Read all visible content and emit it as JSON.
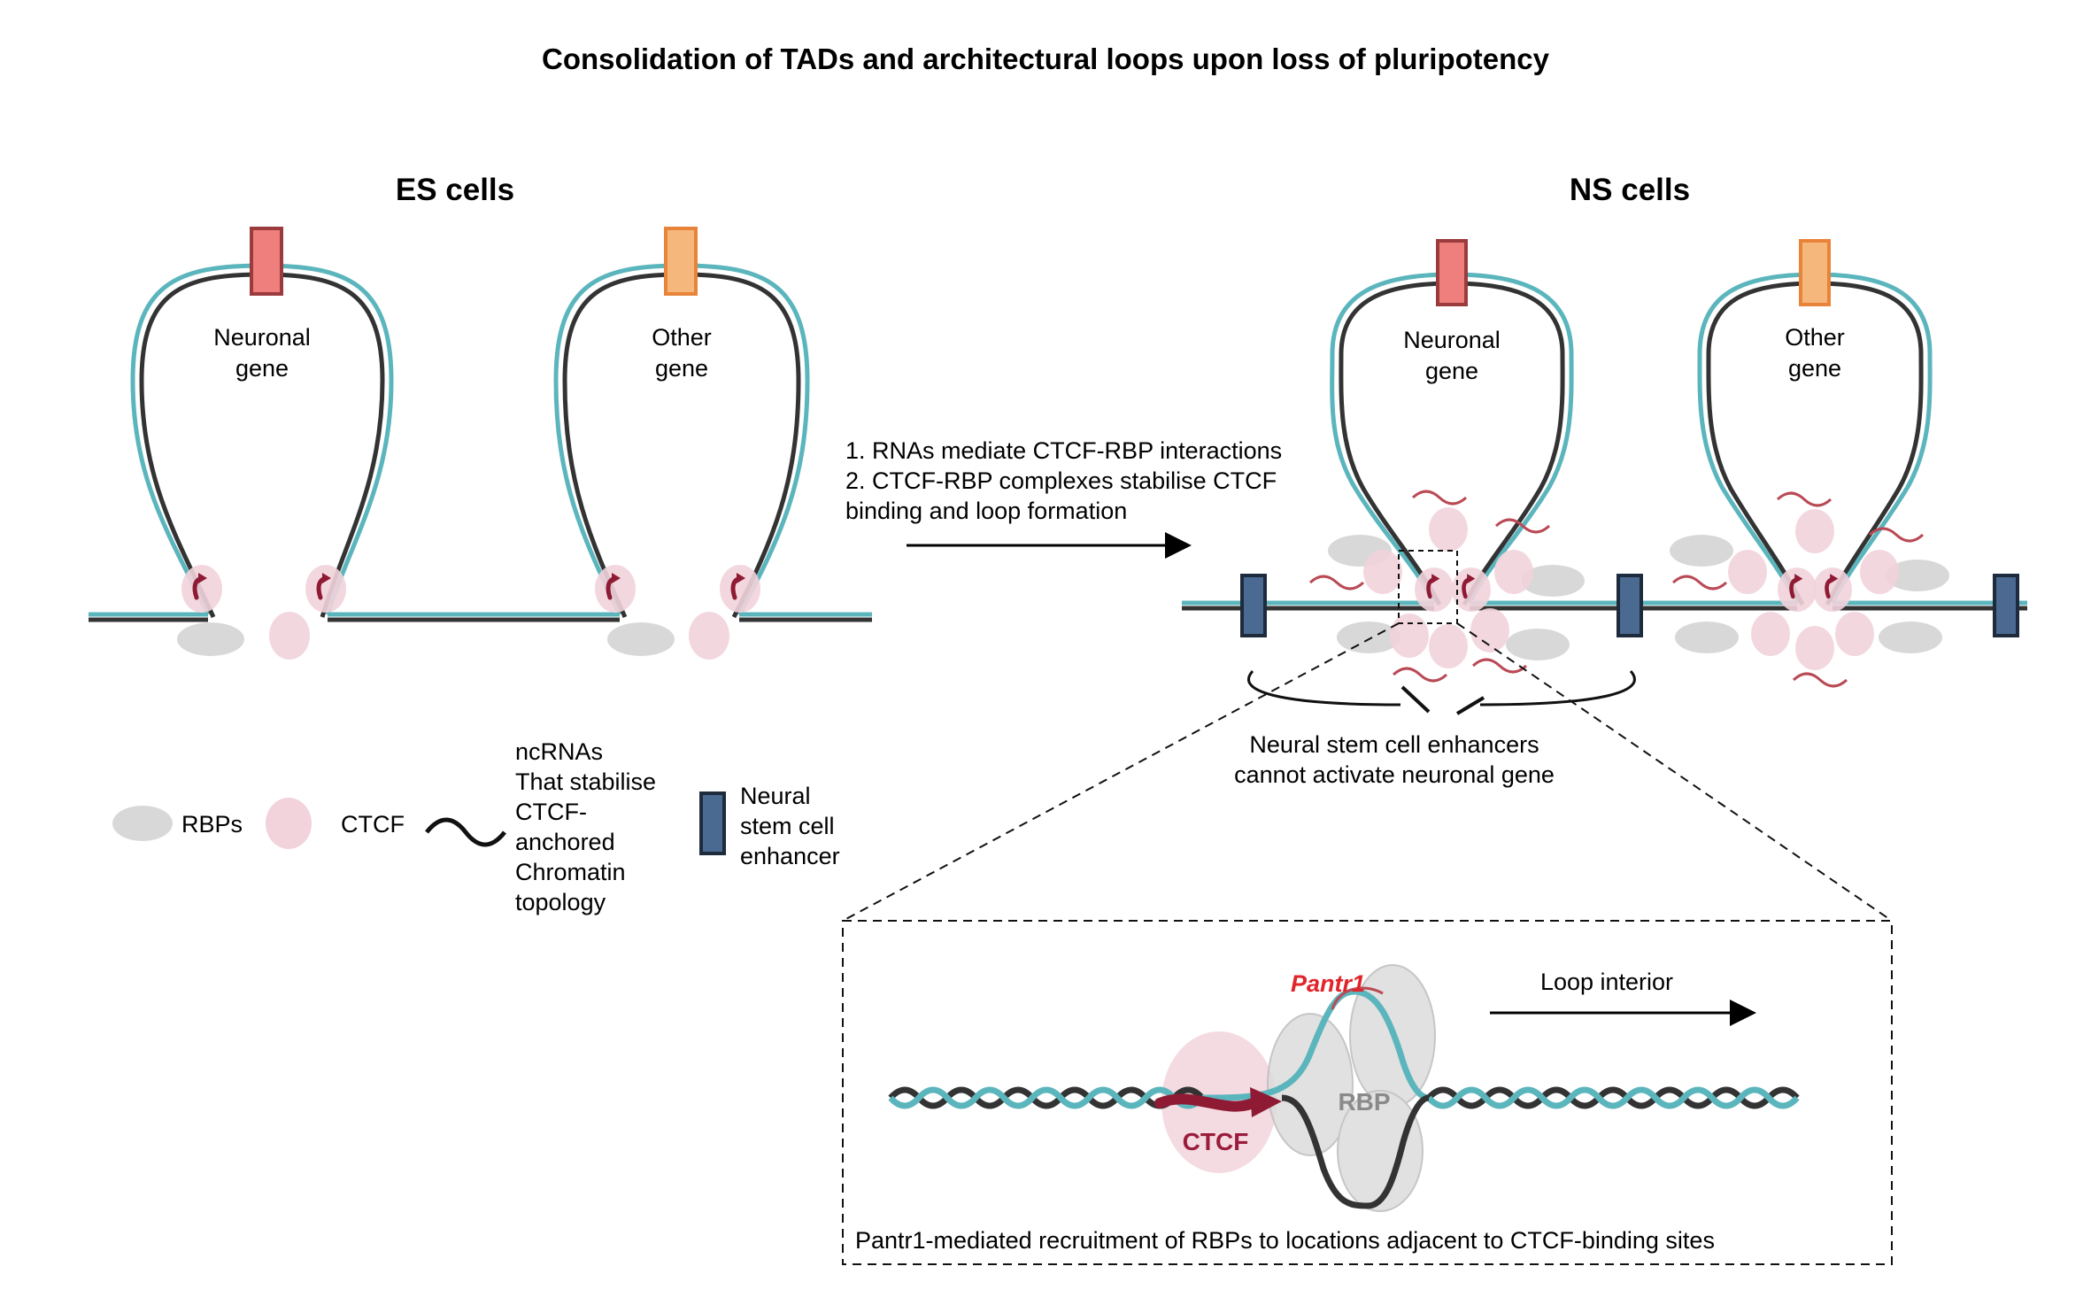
{
  "title": "Consolidation of TADs and architectural loops upon loss of pluripotency",
  "panels": {
    "es": {
      "label": "ES cells",
      "loop1_gene_lines": [
        "Neuronal",
        "gene"
      ],
      "loop2_gene_lines": [
        "Other",
        "gene"
      ]
    },
    "ns": {
      "label": "NS cells",
      "loop1_gene_lines": [
        "Neuronal",
        "gene"
      ],
      "loop2_gene_lines": [
        "Other",
        "gene"
      ],
      "enhancer_note_lines": [
        "Neural stem cell enhancers",
        "cannot activate neuronal gene"
      ]
    }
  },
  "transition": {
    "lines": [
      "1. RNAs mediate CTCF-RBP interactions",
      "2. CTCF-RBP complexes stabilise CTCF",
      "binding and loop formation"
    ]
  },
  "legend": {
    "rbps": "RBPs",
    "ctcf": "CTCF",
    "ncrna_lines": [
      "ncRNAs",
      "That stabilise",
      "CTCF-",
      "anchored",
      "Chromatin",
      "topology"
    ],
    "enhancer_lines": [
      "Neural",
      "stem cell",
      "enhancer"
    ]
  },
  "inset": {
    "pantr1": "Pantr1",
    "loop_interior": "Loop interior",
    "rbp": "RBP",
    "ctcf": "CTCF",
    "caption": "Pantr1-mediated recruitment of RBPs to locations adjacent to CTCF-binding sites"
  },
  "colors": {
    "teal": "#5bb5bd",
    "dark": "#333333",
    "neuronal_gene": "#ef7f7c",
    "neuronal_gene_stroke": "#9b3b3e",
    "other_gene": "#f5b77b",
    "other_gene_stroke": "#e8843a",
    "ctcf_fill": "#f2d3dc",
    "rbp_fill": "#d8d8d8",
    "enhancer": "#4a6a92",
    "enhancer_stroke": "#1e2b3d",
    "arrow_red": "#8f1a33",
    "rna_red": "#b94a55"
  },
  "icons": [
    "ctcf-arrow-icon",
    "rbp-blob-icon",
    "ctcf-circle-icon",
    "ncrna-wave-icon",
    "enhancer-bar-icon",
    "right-arrow-icon"
  ]
}
